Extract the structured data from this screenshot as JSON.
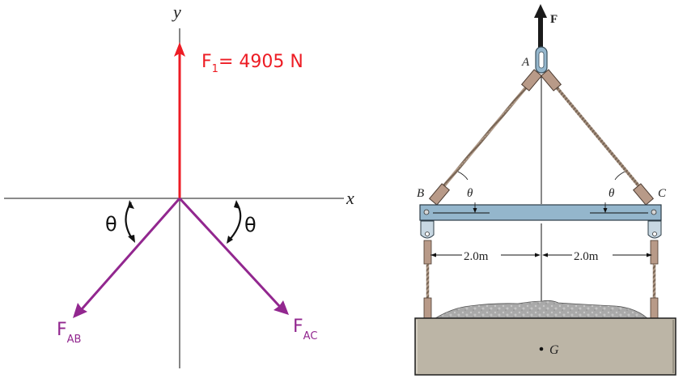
{
  "fbd": {
    "axis_x_label": "x",
    "axis_y_label": "y",
    "force_f1": {
      "symbol": "F",
      "subscript": "1",
      "equals": "= 4905 N",
      "magnitude": 4905,
      "unit": "N",
      "color": "#ed1c24",
      "direction": "up"
    },
    "force_ab": {
      "symbol": "F",
      "subscript": "AB",
      "color": "#92278f",
      "direction": "down-left"
    },
    "force_ac": {
      "symbol": "F",
      "subscript": "AC",
      "color": "#92278f",
      "direction": "down-right"
    },
    "angle_left": "θ",
    "angle_right": "θ"
  },
  "rigging": {
    "force_label": "F",
    "point_a": "A",
    "point_b": "B",
    "point_c": "C",
    "angle_left": "θ",
    "angle_right": "θ",
    "dim_left": "2.0m",
    "dim_right": "2.0m",
    "center_of_gravity": "G",
    "colors": {
      "beam": "#94b6cc",
      "bin": "#bcb5a6",
      "gravel": "#a9a9a9",
      "cable": "#b09a88"
    }
  }
}
